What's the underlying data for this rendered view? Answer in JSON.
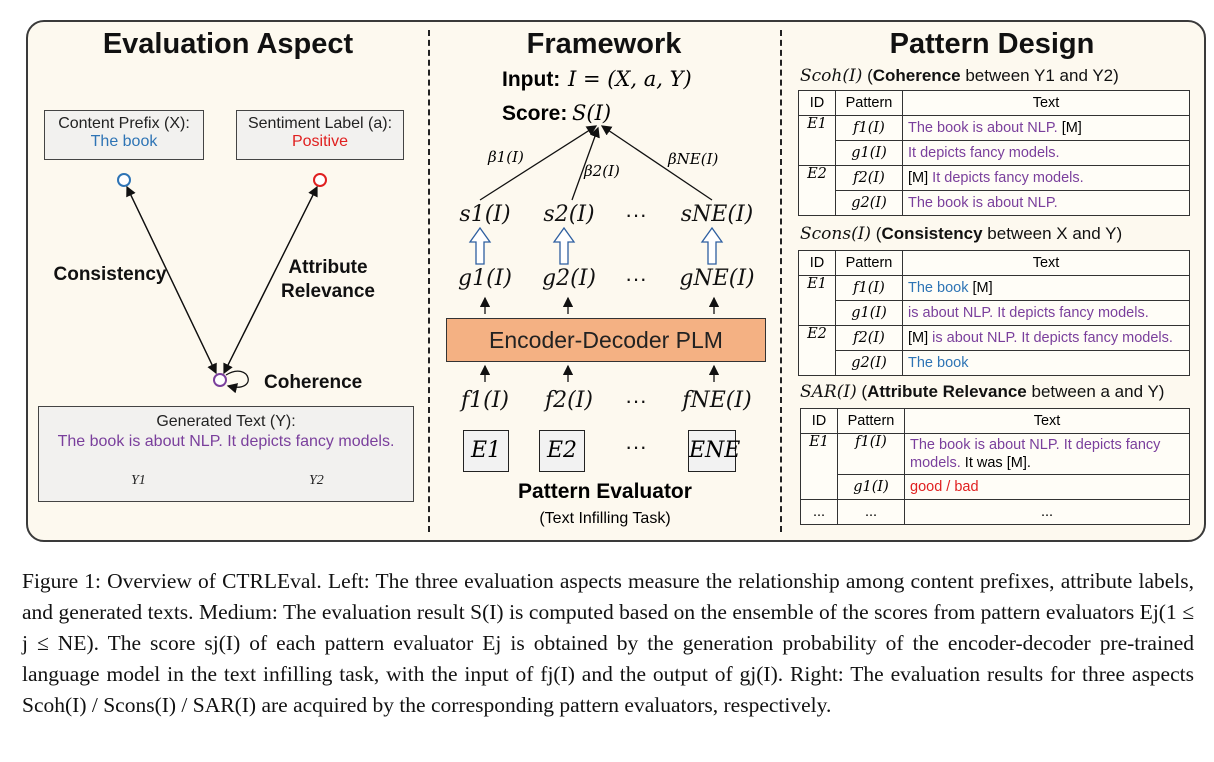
{
  "headers": {
    "left": "Evaluation Aspect",
    "middle": "Framework",
    "right": "Pattern Design"
  },
  "left": {
    "content_prefix_label": "Content Prefix (X):",
    "content_prefix_value": "The book",
    "sentiment_label": "Sentiment Label (a):",
    "sentiment_value": "Positive",
    "consistency": "Consistency",
    "attribute_relevance_1": "Attribute",
    "attribute_relevance_2": "Relevance",
    "coherence": "Coherence",
    "generated_label": "Generated Text (Y):",
    "generated_text": "The book is about NLP. It depicts fancy models.",
    "y1": "Y1",
    "y2": "Y2"
  },
  "middle": {
    "input_label": "Input:",
    "input_expr": "I = (X, a, Y)",
    "score_label": "Score:",
    "score_expr": "S(I)",
    "beta1": "β1(I)",
    "beta2": "β2(I)",
    "betaN": "βNE(I)",
    "s1": "s1(I)",
    "s2": "s2(I)",
    "sN": "sNE(I)",
    "g1": "g1(I)",
    "g2": "g2(I)",
    "gN": "gNE(I)",
    "plm": "Encoder-Decoder PLM",
    "f1": "f1(I)",
    "f2": "f2(I)",
    "fN": "fNE(I)",
    "e1": "E1",
    "e2": "E2",
    "eN": "ENE",
    "dots": "···",
    "evaluator_title": "Pattern Evaluator",
    "evaluator_sub": "(Text Infilling Task)"
  },
  "right": {
    "col_id": "ID",
    "col_pattern": "Pattern",
    "col_text": "Text",
    "coh_title_sym": "Scoh(I)",
    "coh_title_bold": "Coherence",
    "coh_title_rest": "between Y1 and Y2)",
    "coh_rows": [
      {
        "id": "E1",
        "pattern": "f1(I)",
        "text_purple": "The book is about NLP.",
        "text_plain": " [M]"
      },
      {
        "id": "",
        "pattern": "g1(I)",
        "text_purple": "It depicts fancy models.",
        "text_plain": ""
      },
      {
        "id": "E2",
        "pattern": "f2(I)",
        "text_plain_pre": "[M] ",
        "text_purple": "It depicts fancy models."
      },
      {
        "id": "",
        "pattern": "g2(I)",
        "text_purple": "The book is about NLP.",
        "text_plain": ""
      }
    ],
    "cons_title_sym": "Scons(I)",
    "cons_title_bold": "Consistency",
    "cons_title_rest": "between X and Y)",
    "cons_rows": [
      {
        "id": "E1",
        "pattern": "f1(I)",
        "text_blue": "The book",
        "text_plain": " [M]"
      },
      {
        "id": "",
        "pattern": "g1(I)",
        "text_purple": "is about NLP. It depicts fancy models."
      },
      {
        "id": "E2",
        "pattern": "f2(I)",
        "text_plain_pre": "[M] ",
        "text_purple": "is about NLP. It depicts fancy models."
      },
      {
        "id": "",
        "pattern": "g2(I)",
        "text_blue": "The book"
      }
    ],
    "ar_title_sym": "SAR(I)",
    "ar_title_bold": "Attribute Relevance",
    "ar_title_rest": "between a and Y)",
    "ar_rows": [
      {
        "id": "E1",
        "pattern": "f1(I)",
        "text_purple": "The book is about NLP. It depicts fancy models.",
        "text_plain": " It was [M]."
      },
      {
        "id": "",
        "pattern": "g1(I)",
        "text_red": "good / bad"
      },
      {
        "id": "...",
        "pattern": "...",
        "text_plain": "..."
      }
    ]
  },
  "caption": {
    "text": "Figure 1: Overview of CTRLEval. Left: The three evaluation aspects measure the relationship among content prefixes, attribute labels, and generated texts. Medium: The evaluation result S(I) is computed based on the ensemble of the scores from pattern evaluators Ej(1 ≤ j ≤ NE). The score sj(I) of each pattern evaluator Ej is obtained by the generation probability of the encoder-decoder pre-trained language model in the text infilling task, with the input of fj(I) and the output of gj(I). Right: The evaluation results for three aspects Scoh(I) / Scons(I) / SAR(I) are acquired by the corresponding pattern evaluators, respectively."
  },
  "colors": {
    "purple": "#7a3f9c",
    "blue": "#2e74b5",
    "red": "#e02020",
    "plm_fill": "#f4b183",
    "panel_bg": "#fdf9ef"
  }
}
